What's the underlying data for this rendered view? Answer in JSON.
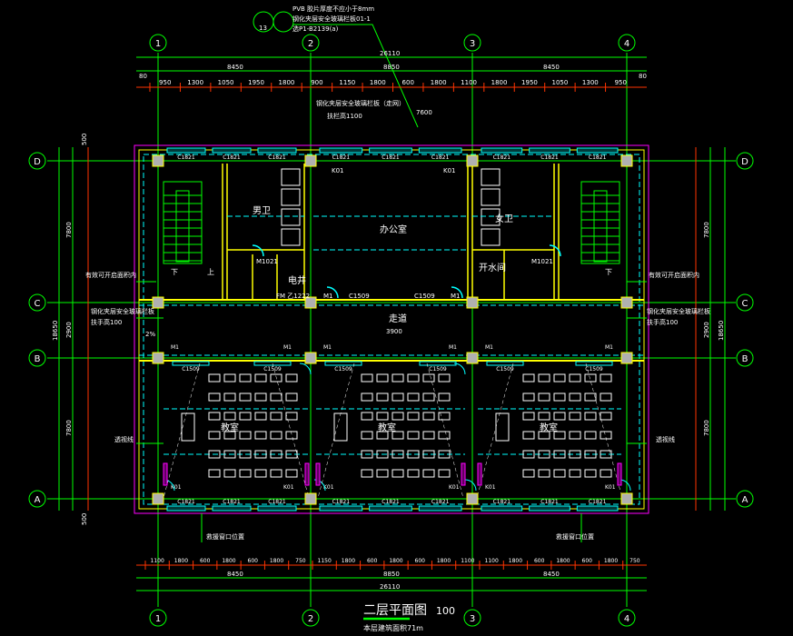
{
  "colors": {
    "grid": "#00ff00",
    "dim": "#ff3300",
    "wall": "#ffff00",
    "window": "#00ffff",
    "door": "#ff00ff",
    "text": "#ffffff",
    "column": "#b0b0b0"
  },
  "axes": {
    "columns": [
      "1",
      "2",
      "3",
      "4"
    ],
    "rows": [
      "D",
      "C",
      "B",
      "A"
    ]
  },
  "top_notes": {
    "pvb": "PVB 胶片厚度不应小于8mm",
    "rail": "钢化夹层安全玻璃栏板01-1",
    "ref": "选P1-B2139(a)",
    "detail_no": "13"
  },
  "dims_top": {
    "total": "26110",
    "bays": [
      "8450",
      "8850",
      "8450"
    ],
    "edge_left": "80",
    "edge_right": "80",
    "detail": [
      "950",
      "1300",
      "1050",
      "1950",
      "1800",
      "900",
      "1150",
      "1800",
      "600",
      "1800",
      "1100",
      "1800",
      "1950",
      "1050",
      "1300",
      "950"
    ],
    "rail_note": "钢化夹层安全玻璃栏板（走网）",
    "rail_height": "扶栏高1100",
    "corridor_width": "7600"
  },
  "dims_bottom": {
    "total": "26110",
    "bays": [
      "8450",
      "8850",
      "8450"
    ],
    "detail": [
      "1100",
      "1800",
      "600",
      "1800",
      "600",
      "1800",
      "750",
      "1150",
      "1800",
      "600",
      "1800",
      "600",
      "1800",
      "1100",
      "1100",
      "1800",
      "600",
      "1800",
      "600",
      "1800",
      "750"
    ]
  },
  "dims_side": {
    "total": "18650",
    "bays": [
      "7800",
      "2900",
      "7800"
    ],
    "ends": [
      "500",
      "500"
    ]
  },
  "rooms": {
    "stair_down": "下",
    "stair_up": "上",
    "men_wc": "男卫",
    "office": "办公室",
    "women_wc": "女卫",
    "shaft": "电井",
    "boiler": "开水间",
    "corridor": "走道",
    "corridor_dim": "3900",
    "classrooms": [
      "教室",
      "教室",
      "教室"
    ]
  },
  "openings": {
    "window_top": "C1821",
    "window_mid": "C1509",
    "door_m1": "M1",
    "door_wc": "M1021",
    "door_k": "K01",
    "shaft_door": "FM 乙1222"
  },
  "annotations": {
    "openable": "有效可开启面积内",
    "glass_rail": "钢化夹层安全玻璃栏板",
    "rail_h": "扶手高100",
    "sight": "透视线",
    "rescue_left": "救援窗口位置",
    "rescue_right": "救援窗口位置",
    "slope": "2%"
  },
  "footer": {
    "title": "二层平面图",
    "scale": "100",
    "area": "本层建筑面积71m"
  }
}
